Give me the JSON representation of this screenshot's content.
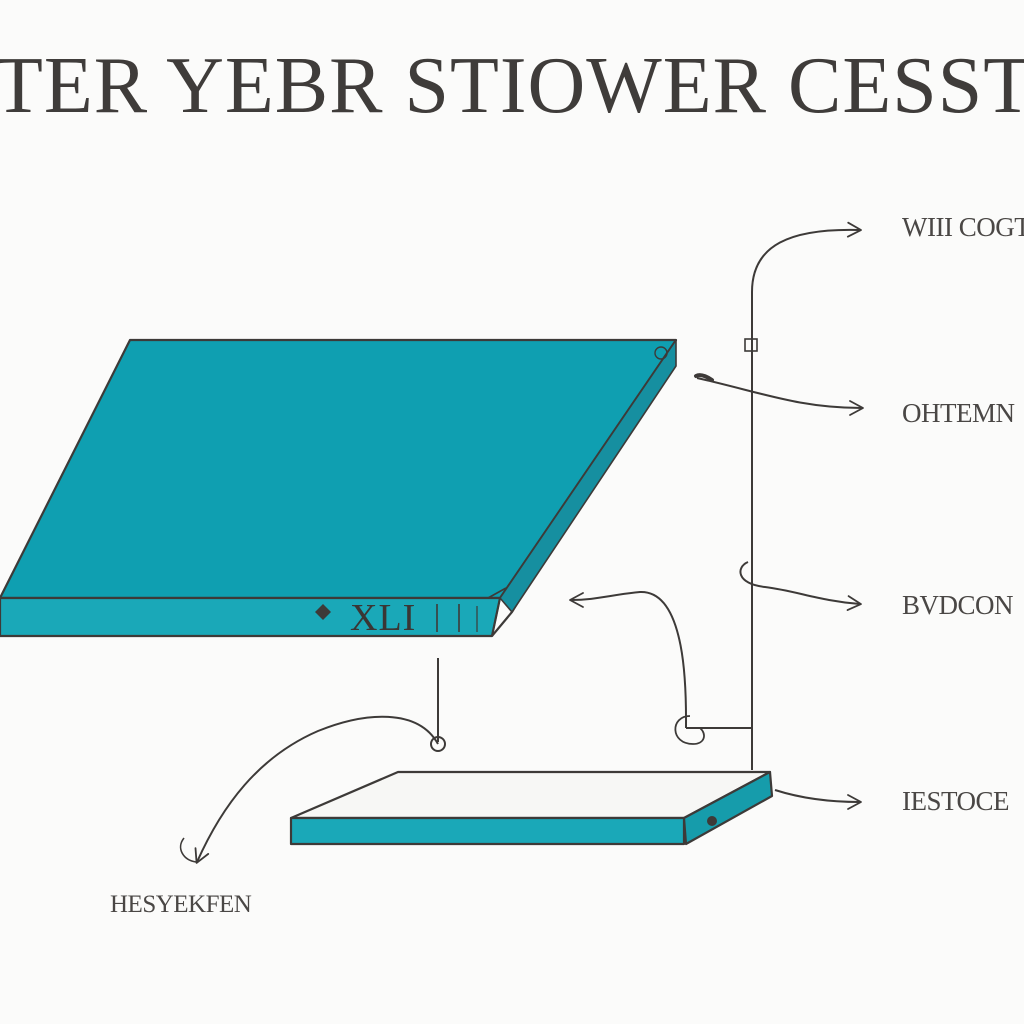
{
  "diagram": {
    "title": "TER YEBR STIOWER CESSTBELT",
    "panel_text": "XLI",
    "labels": [
      "WIII COGT",
      "OHTEMN",
      "BVDCON",
      "IESTOCE",
      "HESYEKFEN"
    ]
  },
  "colors": {
    "teal": "#0f9fb1",
    "outline": "#3d3a38",
    "background": "#fbfbfa",
    "panel_light": "#f7f7f5"
  },
  "icons": {
    "arrow": "arrowhead-icon",
    "connector": "cable-connector-icon"
  }
}
